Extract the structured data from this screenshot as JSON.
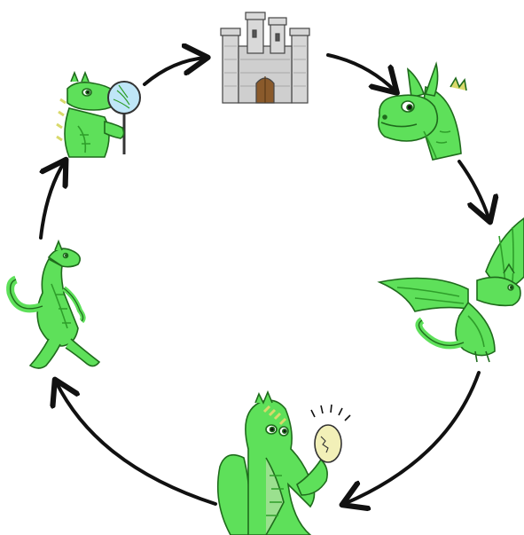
{
  "diagram": {
    "type": "cycle",
    "nodes": [
      {
        "id": "castle",
        "icon": "castle-icon"
      },
      {
        "id": "dragon-head",
        "icon": "dragon-head-icon"
      },
      {
        "id": "flying-dragon",
        "icon": "flying-dragon-icon"
      },
      {
        "id": "dragon-with-egg",
        "icon": "dragon-egg-icon"
      },
      {
        "id": "walking-dragon",
        "icon": "walking-dragon-icon"
      },
      {
        "id": "dragon-with-mirror",
        "icon": "dragon-mirror-icon"
      }
    ],
    "edges": [
      [
        "castle",
        "dragon-head"
      ],
      [
        "dragon-head",
        "flying-dragon"
      ],
      [
        "flying-dragon",
        "dragon-with-egg"
      ],
      [
        "dragon-with-egg",
        "walking-dragon"
      ],
      [
        "walking-dragon",
        "dragon-with-mirror"
      ],
      [
        "dragon-with-mirror",
        "castle"
      ]
    ],
    "colors": {
      "dragon": "#5ee05a",
      "dragon_dark": "#2e9e2a",
      "belly": "#9be08f",
      "spikes": "#d9d96b",
      "castle": "#d6d6d6",
      "door": "#8a5a2b",
      "egg": "#f2f0b8",
      "mirror": "#bfe6f7",
      "arrow": "#111111"
    }
  }
}
